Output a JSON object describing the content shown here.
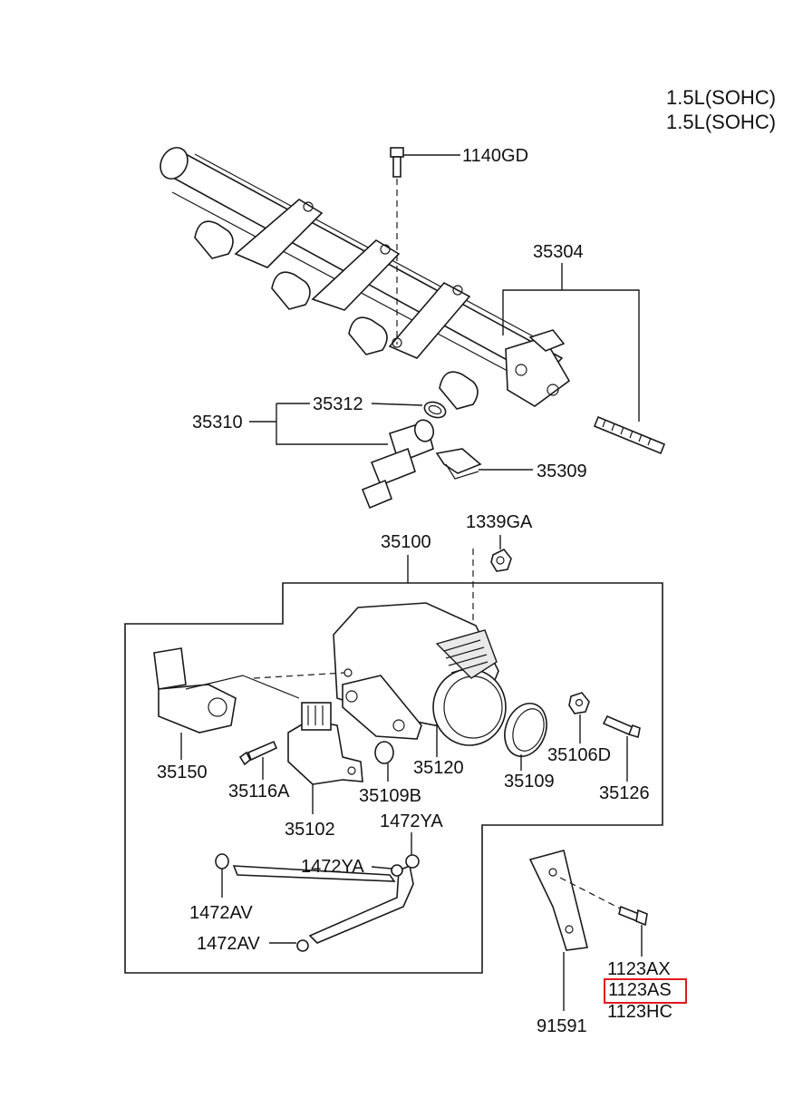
{
  "engine_spec": [
    "1.5L(SOHC)",
    "1.5L(SOHC)"
  ],
  "labels": {
    "p1140GD": "1140GD",
    "p35304": "35304",
    "p35312": "35312",
    "p35310": "35310",
    "p35309": "35309",
    "p1339GA": "1339GA",
    "p35100": "35100",
    "p35150": "35150",
    "p35116A": "35116A",
    "p35102": "35102",
    "p35109B": "35109B",
    "p35120": "35120",
    "p35109": "35109",
    "p35106D": "35106D",
    "p35126": "35126",
    "p1472YA_a": "1472YA",
    "p1472YA_b": "1472YA",
    "p1472AV_a": "1472AV",
    "p1472AV_b": "1472AV",
    "p1123AX": "1123AX",
    "p1123AS": "1123AS",
    "p1123HC": "1123HC",
    "p91591": "91591"
  },
  "highlight": {
    "part": "1123AS",
    "color": "#e0191c"
  }
}
